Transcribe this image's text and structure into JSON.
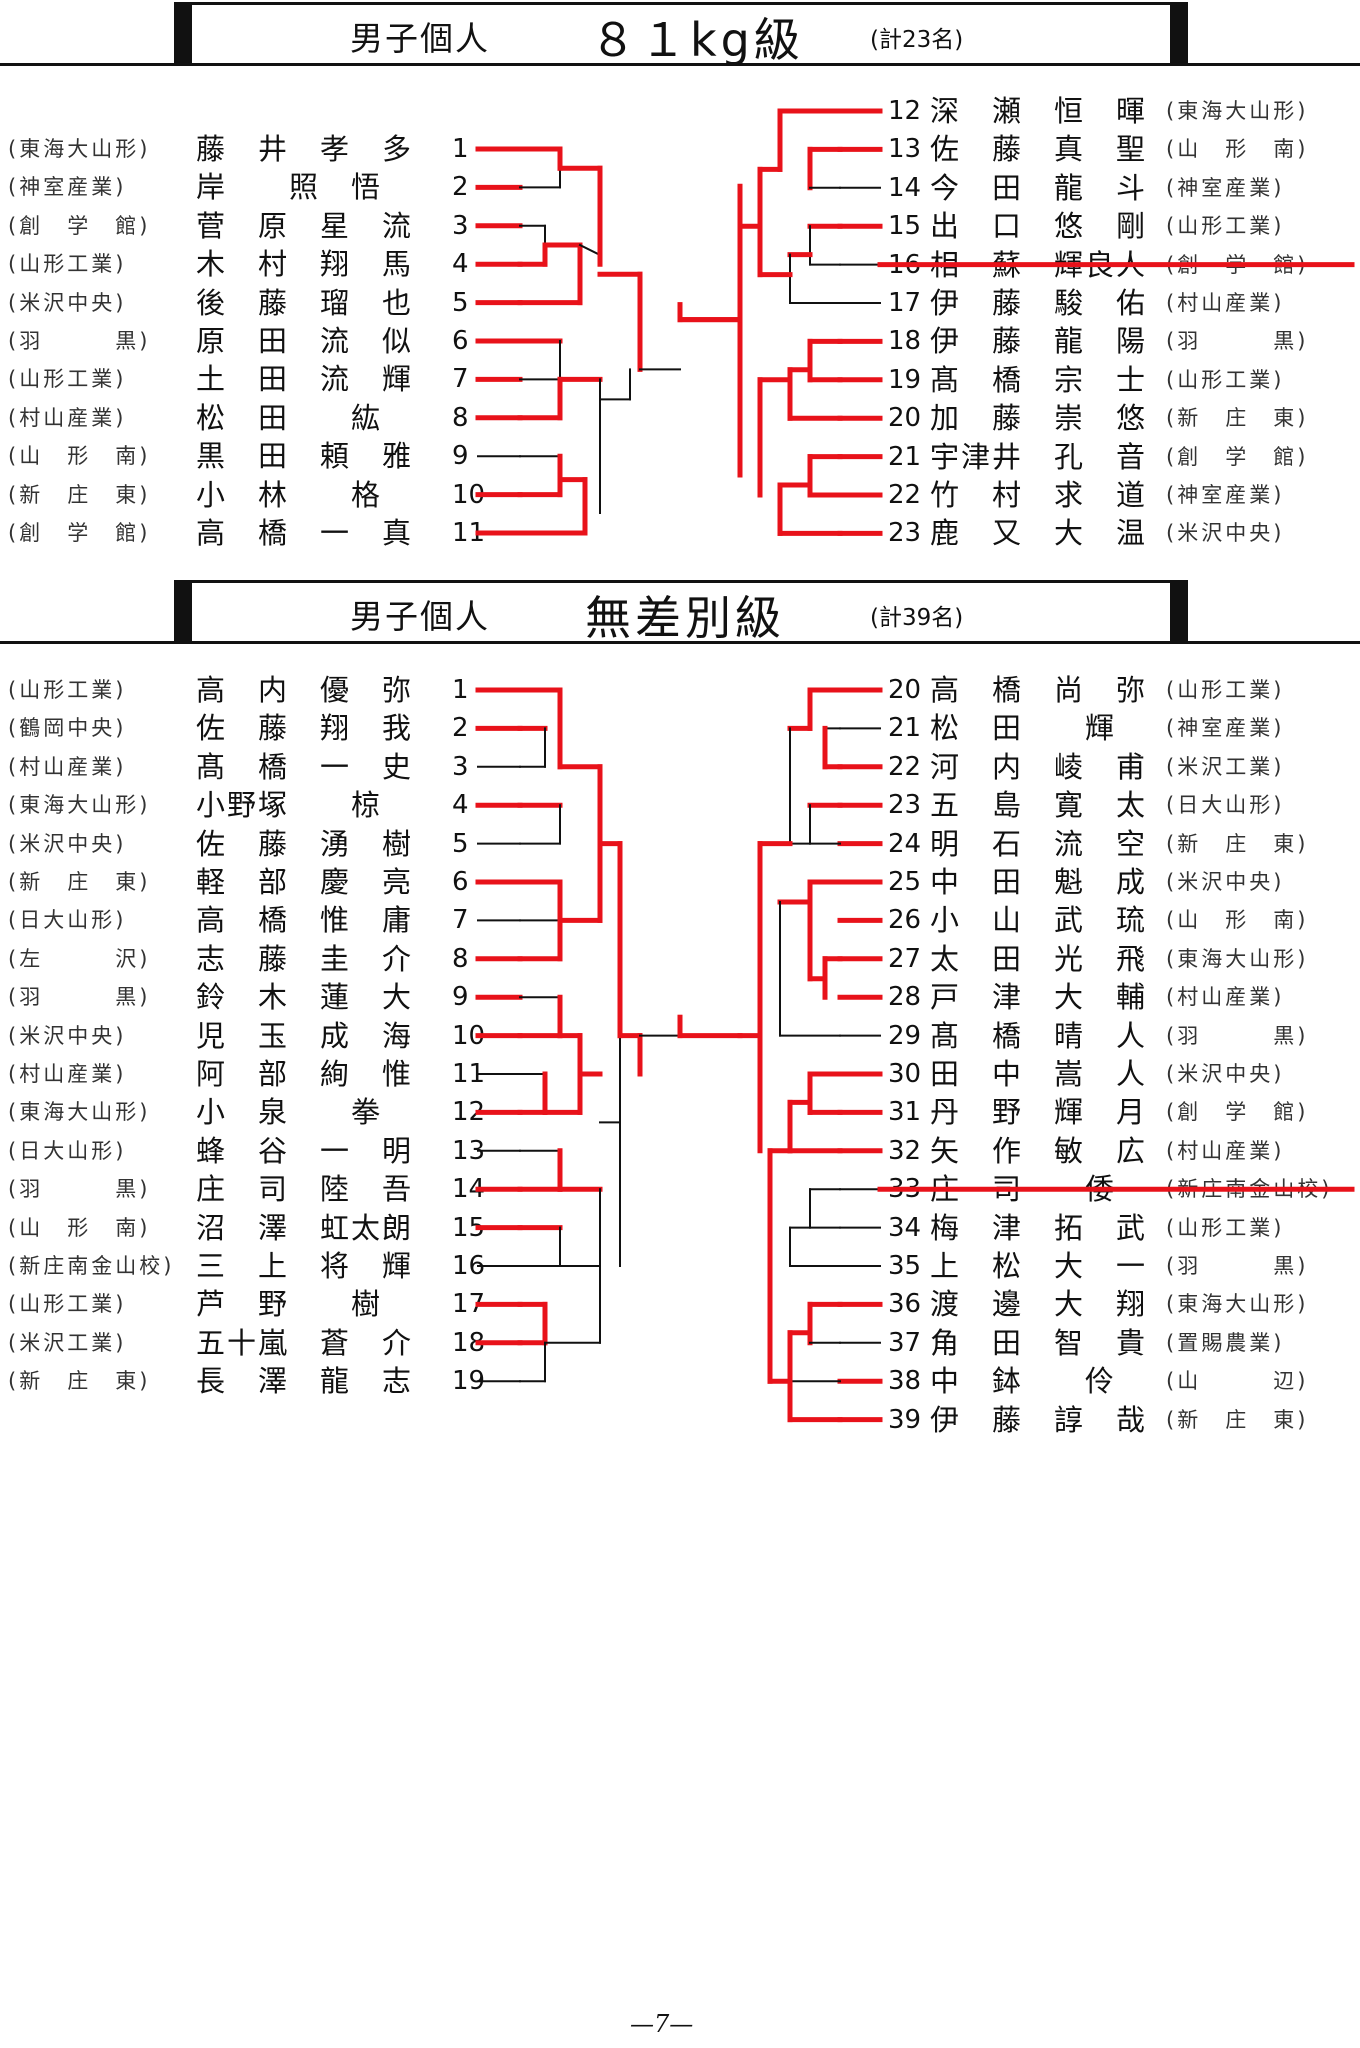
{
  "page_number": "—7—",
  "sections": [
    {
      "event": "男子個人",
      "weight_class": "８１kg級",
      "count": "(計23名)",
      "left": [
        {
          "aff": "(東海大山形)",
          "name": "藤　井　孝　多",
          "num": "1"
        },
        {
          "aff": "(神室産業)",
          "name": "岸　　照　悟",
          "num": "2"
        },
        {
          "aff": "(創　学　館)",
          "name": "菅　原　星　流",
          "num": "3"
        },
        {
          "aff": "(山形工業)",
          "name": "木　村　翔　馬",
          "num": "4"
        },
        {
          "aff": "(米沢中央)",
          "name": "後　藤　瑠　也",
          "num": "5"
        },
        {
          "aff": "(羽　　　黒)",
          "name": "原　田　流　似",
          "num": "6"
        },
        {
          "aff": "(山形工業)",
          "name": "土　田　流　輝",
          "num": "7"
        },
        {
          "aff": "(村山産業)",
          "name": "松　田　　紘",
          "num": "8"
        },
        {
          "aff": "(山　形　南)",
          "name": "黒　田　頼　雅",
          "num": "9"
        },
        {
          "aff": "(新　庄　東)",
          "name": "小　林　　格",
          "num": "10"
        },
        {
          "aff": "(創　学　館)",
          "name": "高　橋　一　真",
          "num": "11"
        }
      ],
      "right": [
        {
          "num": "12",
          "name": "深　瀬　恒　暉",
          "aff": "(東海大山形)"
        },
        {
          "num": "13",
          "name": "佐　藤　真　聖",
          "aff": "(山　形　南)"
        },
        {
          "num": "14",
          "name": "今　田　龍　斗",
          "aff": "(神室産業)"
        },
        {
          "num": "15",
          "name": "出　口　悠　剛",
          "aff": "(山形工業)"
        },
        {
          "num": "16",
          "name": "相　蘇　輝良人",
          "aff": "(創　学　館)"
        },
        {
          "num": "17",
          "name": "伊　藤　駿　佑",
          "aff": "(村山産業)"
        },
        {
          "num": "18",
          "name": "伊　藤　龍　陽",
          "aff": "(羽　　　黒)"
        },
        {
          "num": "19",
          "name": "髙　橋　宗　士",
          "aff": "(山形工業)"
        },
        {
          "num": "20",
          "name": "加　藤　崇　悠",
          "aff": "(新　庄　東)"
        },
        {
          "num": "21",
          "name": "宇津井　孔　音",
          "aff": "(創　学　館)"
        },
        {
          "num": "22",
          "name": "竹　村　求　道",
          "aff": "(神室産業)"
        },
        {
          "num": "23",
          "name": "鹿　又　大　温",
          "aff": "(米沢中央)"
        }
      ],
      "withdrawn": [
        "16"
      ]
    },
    {
      "event": "男子個人",
      "weight_class": "無差別級",
      "count": "(計39名)",
      "left": [
        {
          "aff": "(山形工業)",
          "name": "高　内　優　弥",
          "num": "1"
        },
        {
          "aff": "(鶴岡中央)",
          "name": "佐　藤　翔　我",
          "num": "2"
        },
        {
          "aff": "(村山産業)",
          "name": "髙　橋　一　史",
          "num": "3"
        },
        {
          "aff": "(東海大山形)",
          "name": "小野塚　　椋",
          "num": "4"
        },
        {
          "aff": "(米沢中央)",
          "name": "佐　藤　湧　樹",
          "num": "5"
        },
        {
          "aff": "(新　庄　東)",
          "name": "軽　部　慶　亮",
          "num": "6"
        },
        {
          "aff": "(日大山形)",
          "name": "高　橋　惟　庸",
          "num": "7"
        },
        {
          "aff": "(左　　　沢)",
          "name": "志　藤　圭　介",
          "num": "8"
        },
        {
          "aff": "(羽　　　黒)",
          "name": "鈴　木　蓮　大",
          "num": "9"
        },
        {
          "aff": "(米沢中央)",
          "name": "児　玉　成　海",
          "num": "10"
        },
        {
          "aff": "(村山産業)",
          "name": "阿　部　絢　惟",
          "num": "11"
        },
        {
          "aff": "(東海大山形)",
          "name": "小　泉　　拳",
          "num": "12"
        },
        {
          "aff": "(日大山形)",
          "name": "蜂　谷　一　明",
          "num": "13"
        },
        {
          "aff": "(羽　　　黒)",
          "name": "庄　司　陸　吾",
          "num": "14"
        },
        {
          "aff": "(山　形　南)",
          "name": "沼　澤　虹太朗",
          "num": "15"
        },
        {
          "aff": "(新庄南金山校)",
          "name": "三　上　将　輝",
          "num": "16"
        },
        {
          "aff": "(山形工業)",
          "name": "芦　野　　樹",
          "num": "17"
        },
        {
          "aff": "(米沢工業)",
          "name": "五十嵐　蒼　介",
          "num": "18"
        },
        {
          "aff": "(新　庄　東)",
          "name": "長　澤　龍　志",
          "num": "19"
        }
      ],
      "right": [
        {
          "num": "20",
          "name": "高　橋　尚　弥",
          "aff": "(山形工業)"
        },
        {
          "num": "21",
          "name": "松　田　　輝",
          "aff": "(神室産業)"
        },
        {
          "num": "22",
          "name": "河　内　崚　甫",
          "aff": "(米沢工業)"
        },
        {
          "num": "23",
          "name": "五　島　寛　太",
          "aff": "(日大山形)"
        },
        {
          "num": "24",
          "name": "明　石　流　空",
          "aff": "(新　庄　東)"
        },
        {
          "num": "25",
          "name": "中　田　魁　成",
          "aff": "(米沢中央)"
        },
        {
          "num": "26",
          "name": "小　山　武　琉",
          "aff": "(山　形　南)"
        },
        {
          "num": "27",
          "name": "太　田　光　飛",
          "aff": "(東海大山形)"
        },
        {
          "num": "28",
          "name": "戸　津　大　輔",
          "aff": "(村山産業)"
        },
        {
          "num": "29",
          "name": "髙　橋　晴　人",
          "aff": "(羽　　　黒)"
        },
        {
          "num": "30",
          "name": "田　中　嵩　人",
          "aff": "(米沢中央)"
        },
        {
          "num": "31",
          "name": "丹　野　輝　月",
          "aff": "(創　学　館)"
        },
        {
          "num": "32",
          "name": "矢　作　敏　広",
          "aff": "(村山産業)"
        },
        {
          "num": "33",
          "name": "庄　司　　倭",
          "aff": "(新庄南金山校)"
        },
        {
          "num": "34",
          "name": "梅　津　拓　武",
          "aff": "(山形工業)"
        },
        {
          "num": "35",
          "name": "上　松　大　一",
          "aff": "(羽　　　黒)"
        },
        {
          "num": "36",
          "name": "渡　邊　大　翔",
          "aff": "(東海大山形)"
        },
        {
          "num": "37",
          "name": "角　田　智　貴",
          "aff": "(置賜農業)"
        },
        {
          "num": "38",
          "name": "中　鉢　　伶",
          "aff": "(山　　　辺)"
        },
        {
          "num": "39",
          "name": "伊　藤　諄　哉",
          "aff": "(新　庄　東)"
        }
      ],
      "withdrawn": [
        "33"
      ]
    }
  ],
  "colors": {
    "winner": "#e8121a",
    "line": "#111111"
  }
}
